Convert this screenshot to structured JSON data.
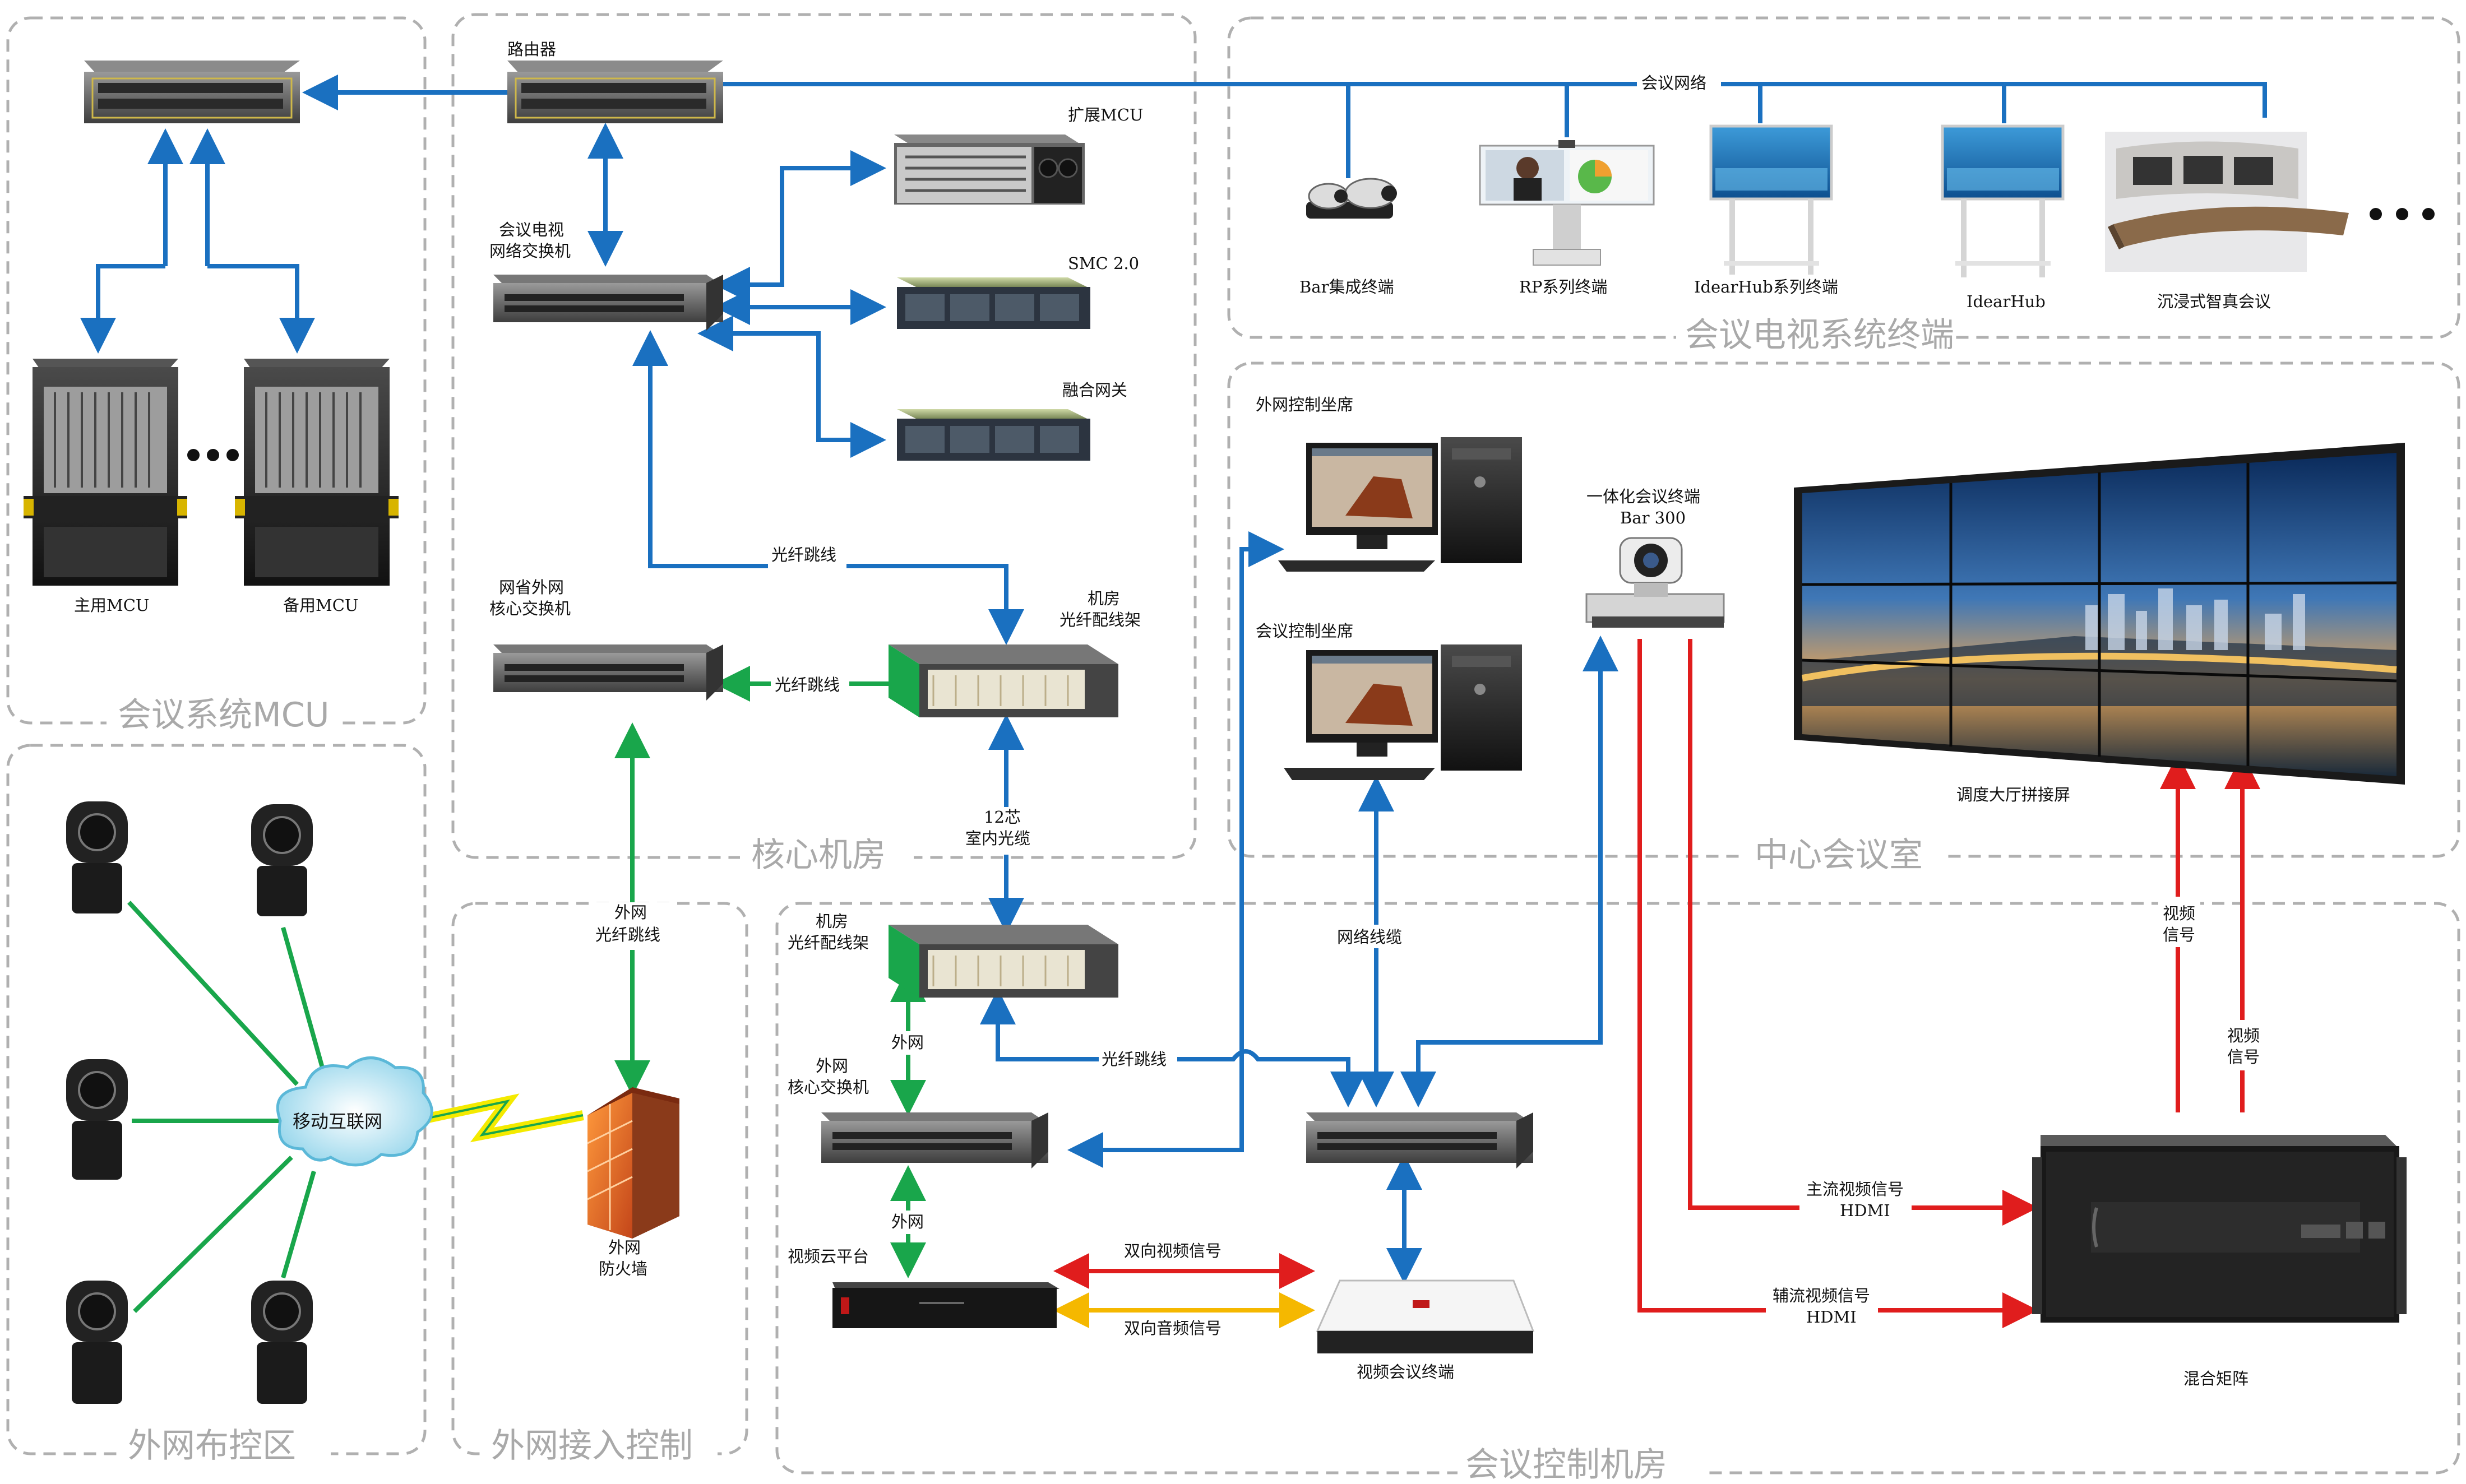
{
  "colors": {
    "blue": "#1a70c0",
    "green": "#19a64b",
    "red": "#e01d1d",
    "yellow": "#f5b800",
    "zone_border": "#b0b0b0"
  },
  "zones": {
    "mcu": "会议系统MCU",
    "core": "核心机房",
    "terminals": "会议电视系统终端",
    "center": "中心会议室",
    "outer_area": "外网布控区",
    "outer_access": "外网接入控制",
    "control_room": "会议控制机房"
  },
  "labels": {
    "router": "路由器",
    "main_mcu": "主用MCU",
    "backup_mcu": "备用MCU",
    "switch_line1": "会议电视",
    "switch_line2": "网络交换机",
    "ext_mcu": "扩展MCU",
    "smc": "SMC 2.0",
    "gateway": "融合网关",
    "outer_core_line1": "网省外网",
    "outer_core_line2": "核心交换机",
    "odf_line1": "机房",
    "odf_line2": "光纤配线架",
    "fiber_jumper": "光纤跳线",
    "cable_12_line1": "12芯",
    "cable_12_line2": "室内光缆",
    "conf_network": "会议网络",
    "bar_terminal": "Bar集成终端",
    "rp_terminal": "RP系列终端",
    "idearhub_series": "IdearHub系列终端",
    "idearhub": "IdearHub",
    "immersive": "沉浸式智真会议",
    "outer_seat": "外网控制坐席",
    "conf_seat": "会议控制坐席",
    "bar300_line1": "一体化会议终端",
    "bar300_line2": "Bar 300",
    "video_wall": "调度大厅拼接屏",
    "outer_fiber_line1": "外网",
    "outer_fiber_line2": "光纤跳线",
    "mobile_internet": "移动互联网",
    "firewall_line1": "外网",
    "firewall_line2": "防火墙",
    "odf2_line1": "机房",
    "odf2_line2": "光纤配线架",
    "outer_net": "外网",
    "outer_core2_line1": "外网",
    "outer_core2_line2": "核心交换机",
    "outer_net2": "外网",
    "video_cloud": "视频云平台",
    "two_way_video": "双向视频信号",
    "two_way_audio": "双向音频信号",
    "video_terminal": "视频会议终端",
    "network_cable": "网络线缆",
    "fiber_jumper2": "光纤跳线",
    "fiber_jumper3": "光纤跳线",
    "main_stream_line1": "主流视频信号",
    "main_stream_line2": "HDMI",
    "aux_stream_line1": "辅流视频信号",
    "aux_stream_line2": "HDMI",
    "video_signal_line1": "视频",
    "video_signal_line2": "信号",
    "video_signal2_line1": "视频",
    "video_signal2_line2": "信号",
    "matrix": "混合矩阵"
  }
}
